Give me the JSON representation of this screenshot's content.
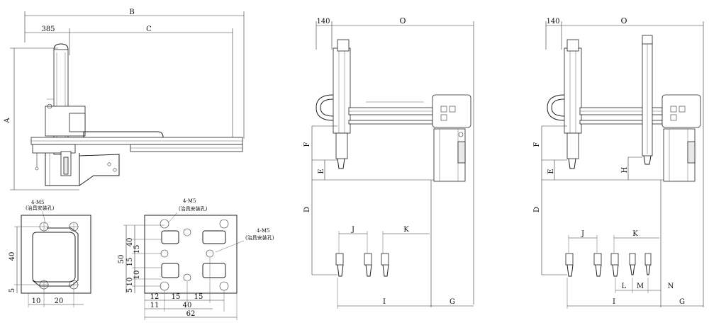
{
  "left_view": {
    "dims": {
      "B": "B",
      "385": "385",
      "C": "C",
      "A": "A"
    }
  },
  "plate_small": {
    "holes_label": "4-M5",
    "holes_note": "(治具安装孔)",
    "dims": {
      "h40": "40",
      "h5": "5",
      "w10": "10",
      "w20": "20"
    }
  },
  "plate_large": {
    "holes_label_top": "4-M5",
    "holes_note_top": "(治具安装孔)",
    "holes_label_right": "4-M5",
    "holes_note_right": "(治具安装孔)",
    "dims": {
      "v50": "50",
      "v40": "40",
      "v15a": "15",
      "v10a": "10",
      "v10b": "10",
      "v15b": "15",
      "v5": "5",
      "h12": "12",
      "h15a": "15",
      "h15b": "15",
      "h11": "11",
      "h40": "40",
      "h62": "62"
    }
  },
  "middle_view": {
    "dims": {
      "d140": "140",
      "O": "O",
      "F": "F",
      "E": "E",
      "D": "D",
      "J": "J",
      "K": "K",
      "I": "I",
      "G": "G"
    }
  },
  "right_view": {
    "dims": {
      "d140": "140",
      "O": "O",
      "F": "F",
      "E": "E",
      "H": "H",
      "D": "D",
      "J": "J",
      "K": "K",
      "L": "L",
      "M": "M",
      "N": "N",
      "I": "I",
      "G": "G"
    }
  }
}
